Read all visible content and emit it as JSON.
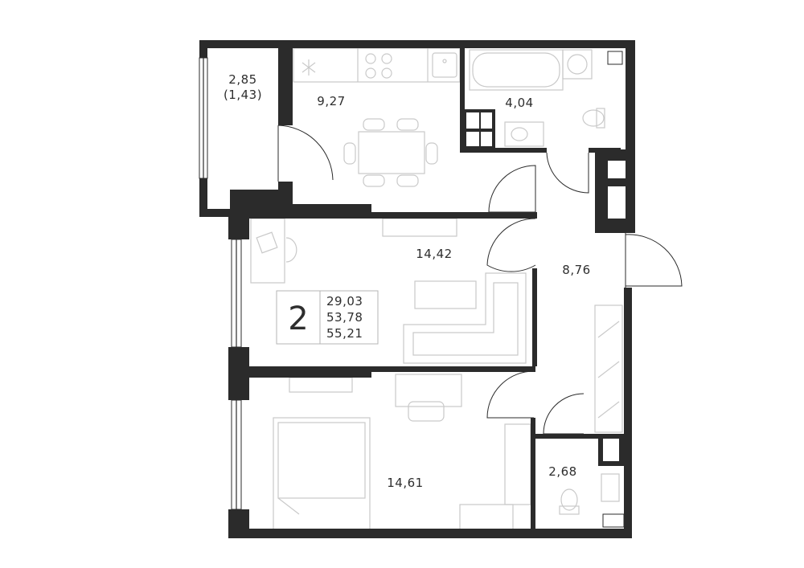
{
  "plan": {
    "unit_type": "2",
    "areas": {
      "living": "29,03",
      "total": "53,78",
      "total_with_balcony": "55,21"
    },
    "rooms": {
      "balcony_area": "2,85",
      "balcony_reduced": "(1,43)",
      "kitchen": "9,27",
      "bathroom": "4,04",
      "living_room": "14,42",
      "hallway": "8,76",
      "bedroom": "14,61",
      "wc": "2,68"
    },
    "colors": {
      "walls": "#2b2b2b",
      "furniture": "#c9c9c9",
      "text": "#2e2e2e",
      "background": "#ffffff"
    }
  }
}
